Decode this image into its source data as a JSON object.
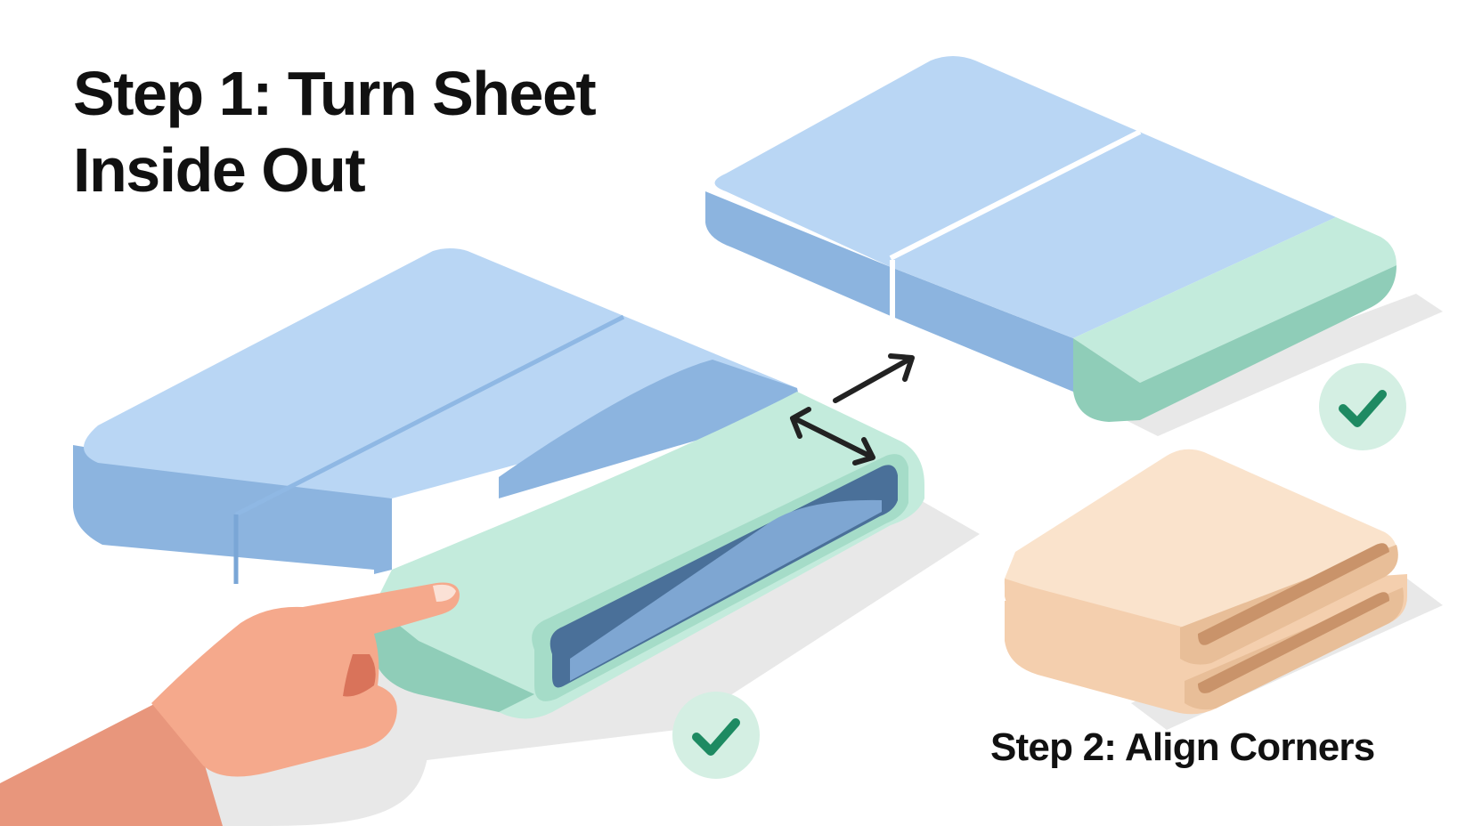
{
  "title": {
    "line1": "Step 1: Turn Sheet",
    "line2": "Inside Out"
  },
  "caption": {
    "step2": "Step 2: Align Corners"
  },
  "colors": {
    "sheet_blue_top": "#B9D6F4",
    "sheet_blue_side": "#8CB4DF",
    "inside_blue": "#4A7099",
    "mint": "#C3EBDC",
    "mint_side": "#8FCDB8",
    "peach": "#FAE3CC",
    "peach_side": "#E8BE98",
    "skin": "#F5A98C",
    "check_bg": "#D4EFE3",
    "check": "#1E8A62",
    "arrow": "#222222"
  },
  "icons": [
    "checkmark-icon",
    "double-arrow-icon",
    "pointing-hand-icon"
  ]
}
